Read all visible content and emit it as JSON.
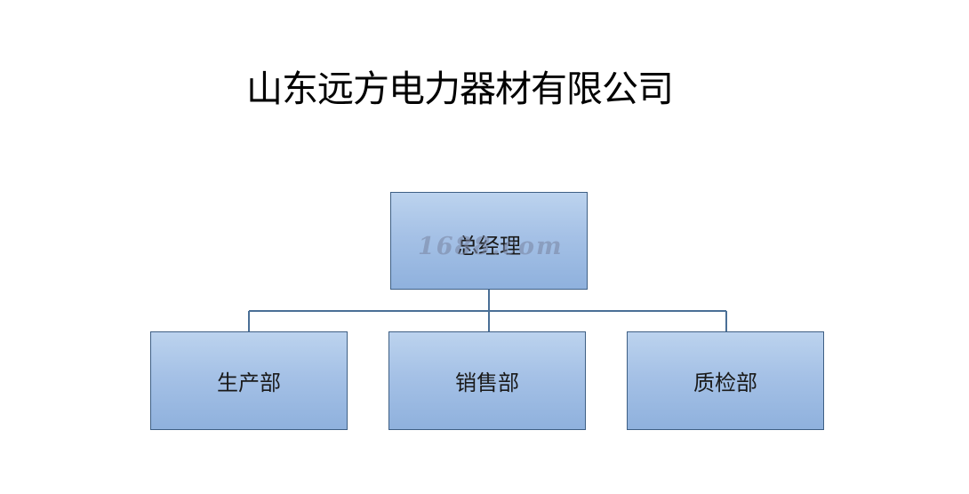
{
  "title": "山东远方电力器材有限公司",
  "org_chart": {
    "root": {
      "label": "总经理"
    },
    "children": [
      {
        "label": "生产部"
      },
      {
        "label": "销售部"
      },
      {
        "label": "质检部"
      }
    ]
  },
  "watermark": "1688.com",
  "colors": {
    "box_fill_top": "#bcd3ee",
    "box_fill_bottom": "#8fb1dd",
    "box_border": "#3e5f84",
    "connector": "#4a6f96"
  }
}
